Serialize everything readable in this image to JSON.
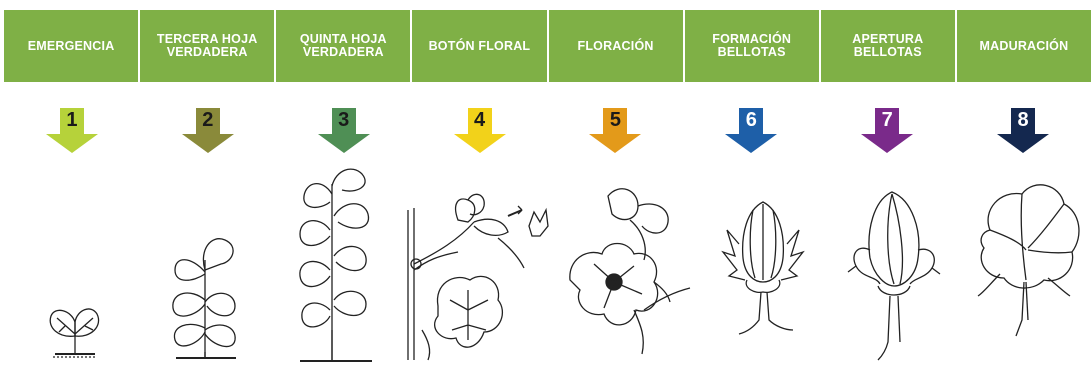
{
  "stages": [
    {
      "label": "EMERGENCIA",
      "number": "1",
      "color": "#b6d23a",
      "num_color": "#1a1a1a",
      "icon": "seedling-icon"
    },
    {
      "label": "TERCERA HOJA\nVERDADERA",
      "number": "2",
      "color": "#8a8a3a",
      "num_color": "#1a1a1a",
      "icon": "young-plant-icon"
    },
    {
      "label": "QUINTA HOJA\nVERDADERA",
      "number": "3",
      "color": "#4f8f55",
      "num_color": "#1a1a1a",
      "icon": "leafy-plant-icon"
    },
    {
      "label": "BOTÓN FLORAL",
      "number": "4",
      "color": "#f2d21a",
      "num_color": "#1a1a1a",
      "icon": "flower-bud-icon"
    },
    {
      "label": "FLORACIÓN",
      "number": "5",
      "color": "#e39a1a",
      "num_color": "#1a1a1a",
      "icon": "flower-icon"
    },
    {
      "label": "FORMACIÓN\nBELLOTAS",
      "number": "6",
      "color": "#1e5fa8",
      "num_color": "#ffffff",
      "icon": "forming-boll-icon"
    },
    {
      "label": "APERTURA\nBELLOTAS",
      "number": "7",
      "color": "#7a2a8a",
      "num_color": "#ffffff",
      "icon": "opening-boll-icon"
    },
    {
      "label": "MADURACIÓN",
      "number": "8",
      "color": "#14284f",
      "num_color": "#ffffff",
      "icon": "cotton-boll-icon"
    }
  ],
  "header_color": "#7fb046"
}
